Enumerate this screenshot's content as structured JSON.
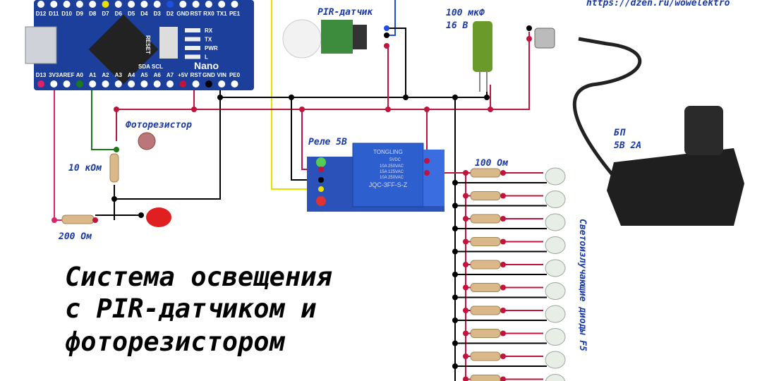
{
  "url": "https://dzen.ru/wowelektro",
  "title_lines": [
    "Система освещения",
    "с PIR-датчиком и",
    "фоторезистором"
  ],
  "arduino": {
    "name": "Nano",
    "top_pins": [
      "D12",
      "D11",
      "D10",
      "D9",
      "D8",
      "D7",
      "D6",
      "D5",
      "D4",
      "D3",
      "D2",
      "GND",
      "RST",
      "RX0",
      "TX1",
      "PE1"
    ],
    "bottom_pins": [
      "D13",
      "3V3",
      "AREF",
      "A0",
      "A1",
      "A2",
      "A3",
      "A4",
      "A5",
      "A6",
      "A7",
      "+5V",
      "RST",
      "GND",
      "VIN",
      "PE0"
    ],
    "leds": [
      "RX",
      "TX",
      "PWR",
      "L"
    ],
    "reset": "RESET",
    "i2c": [
      "SDA",
      "SCL"
    ]
  },
  "labels": {
    "pir": "PIR-датчик",
    "capacitor_value": "100 мкФ",
    "capacitor_voltage": "16 В",
    "power_supply": "БП",
    "power_supply_rating": "5В 2А",
    "photoresistor": "Фоторезистор",
    "resistor_10k": "10 кОм",
    "resistor_200": "200 Ом",
    "relay": "Реле 5В",
    "resistor_100": "100 Ом",
    "leds": "Светоизлучающие диоды F5"
  },
  "relay": {
    "brand": "TONGLING",
    "lines": [
      "5VDC",
      "10A 250VAC",
      "15A 125VAC",
      "10A 250VAC"
    ],
    "model": "JQC-3FF-S-Z"
  },
  "led_row_count": 10,
  "colors": {
    "board": "#1c3f9c",
    "wire_red": "#c0143c",
    "wire_black": "#000000",
    "wire_yellow": "#e8e000",
    "wire_blue": "#1f4fe0",
    "wire_green": "#1a7a1a",
    "wire_pink": "#e0206a",
    "label": "#1a3aa8"
  }
}
